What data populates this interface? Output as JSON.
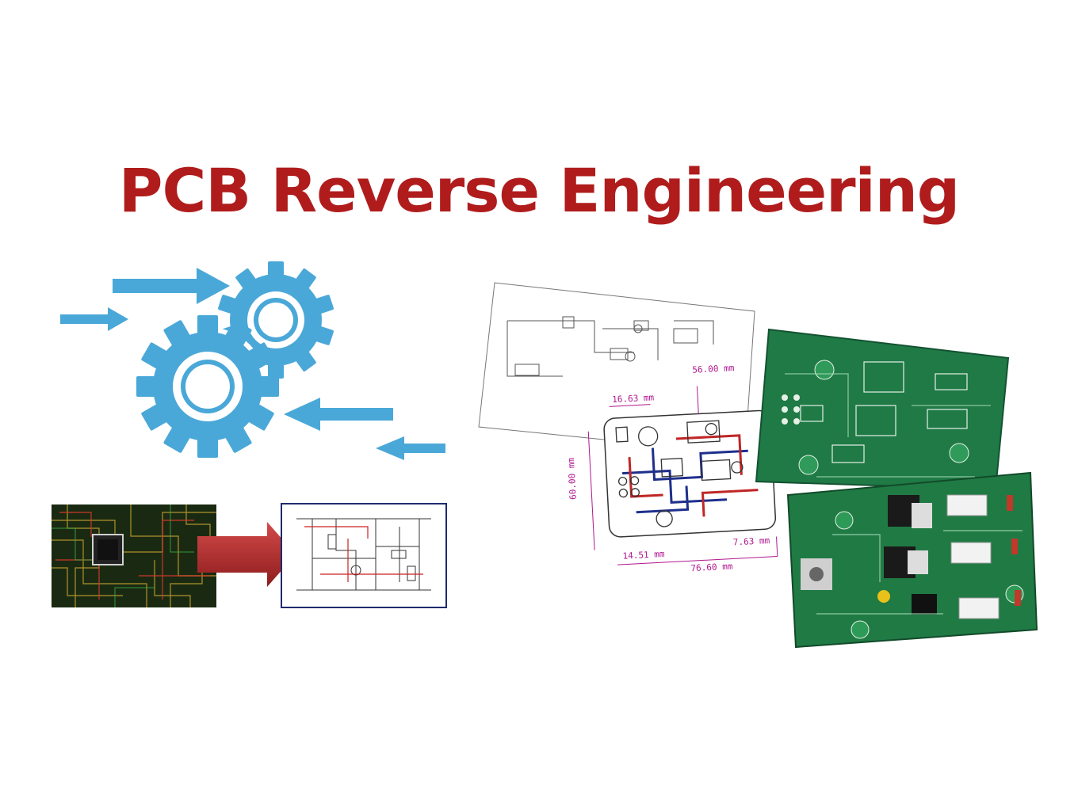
{
  "title": "PCB Reverse Engineering",
  "colors": {
    "title": "#b01c1c",
    "gear_blue": "#4aa8d8",
    "arrow_red": "#b52a2a",
    "pcb_green": "#1f7a45",
    "dimension_magenta": "#b0178f"
  },
  "icons": [
    "gear-icon",
    "arrow-right-icon",
    "arrow-left-icon",
    "big-red-arrow-icon"
  ],
  "layout_drawing": {
    "dimensions": [
      "16.63 mm",
      "56.00 mm",
      "60.00 mm",
      "7.63 mm",
      "14.51 mm",
      "76.60 mm"
    ]
  }
}
